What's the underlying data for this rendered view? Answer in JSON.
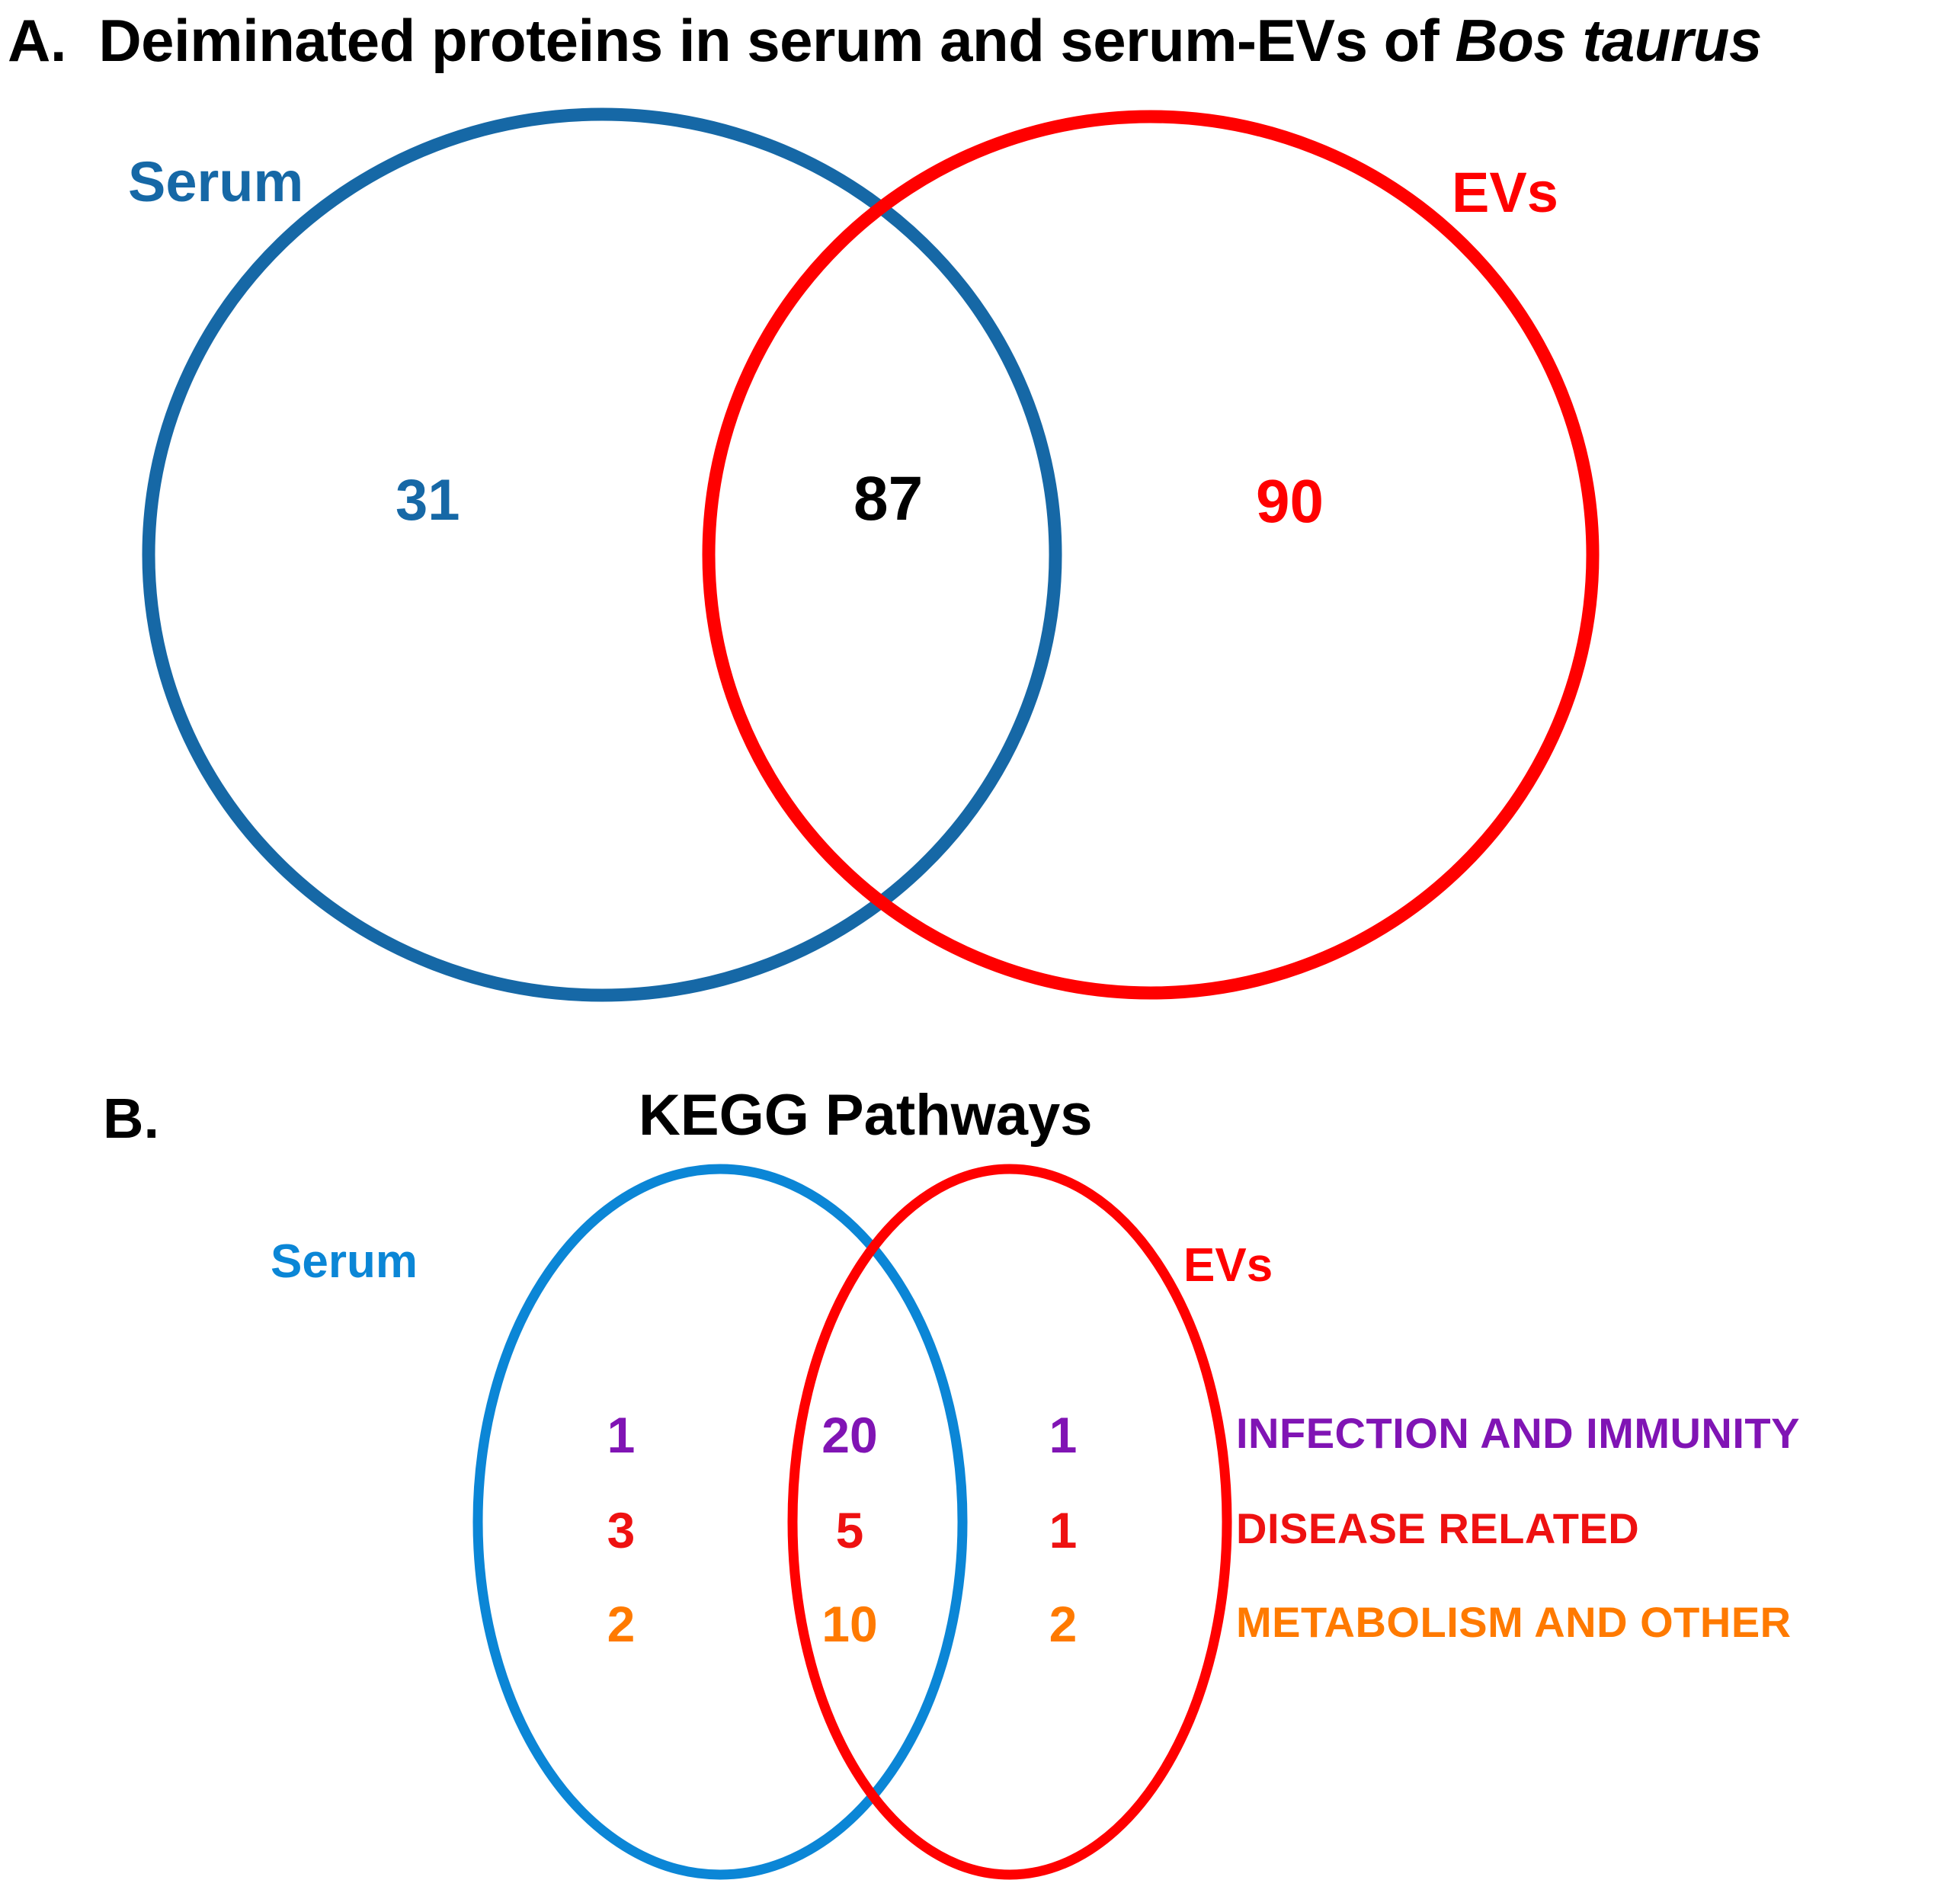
{
  "figure": {
    "background": "#ffffff",
    "colors": {
      "blue_a": "#1668A6",
      "blue_b": "#0B86D6",
      "red": "#FF0000",
      "black": "#000000",
      "purple": "#8014B4",
      "orange": "#FF7A00"
    }
  },
  "panel_a": {
    "letter": "A.",
    "title_prefix": "Deiminated proteins in serum and serum-EVs of ",
    "title_species": "Bos taurus",
    "title_full": "A.  Deiminated proteins in serum and serum-EVs of Bos taurus",
    "set_left_label": "Serum",
    "set_right_label": "EVs",
    "left_only": "31",
    "intersection": "87",
    "right_only": "90"
  },
  "panel_b": {
    "letter": "B.",
    "title": "KEGG Pathways",
    "set_left_label": "Serum",
    "set_right_label": "EVs",
    "rows": [
      {
        "category": "INFECTION AND IMMUNITY",
        "color": "#8014B4",
        "serum_only": "1",
        "shared": "20",
        "evs_only": "1"
      },
      {
        "category": "DISEASE RELATED",
        "color": "#EE1111",
        "serum_only": "3",
        "shared": "5",
        "evs_only": "1"
      },
      {
        "category": "METABOLISM  AND OTHER",
        "color": "#FF7A00",
        "serum_only": "2",
        "shared": "10",
        "evs_only": "2"
      }
    ]
  },
  "chart_data": {
    "type": "table",
    "title": "Deiminated proteins in serum and serum-EVs of Bos taurus / KEGG Pathways",
    "diagrams": [
      {
        "name": "panel_a_venn",
        "type": "venn2",
        "sets": [
          "Serum",
          "EVs"
        ],
        "values": {
          "Serum_only": 31,
          "intersection": 87,
          "EVs_only": 90
        },
        "set_colors": {
          "Serum": "#1668A6",
          "EVs": "#FF0000"
        }
      },
      {
        "name": "panel_b_venn",
        "type": "venn2",
        "title": "KEGG Pathways",
        "sets": [
          "Serum",
          "EVs"
        ],
        "categories": [
          "INFECTION AND IMMUNITY",
          "DISEASE RELATED",
          "METABOLISM  AND OTHER"
        ],
        "category_colors": [
          "#8014B4",
          "#EE1111",
          "#FF7A00"
        ],
        "series": [
          {
            "name": "Serum only",
            "values": [
              1,
              3,
              2
            ]
          },
          {
            "name": "Shared",
            "values": [
              20,
              5,
              10
            ]
          },
          {
            "name": "EVs only",
            "values": [
              1,
              1,
              2
            ]
          }
        ],
        "set_colors": {
          "Serum": "#0B86D6",
          "EVs": "#FF0000"
        }
      }
    ]
  }
}
